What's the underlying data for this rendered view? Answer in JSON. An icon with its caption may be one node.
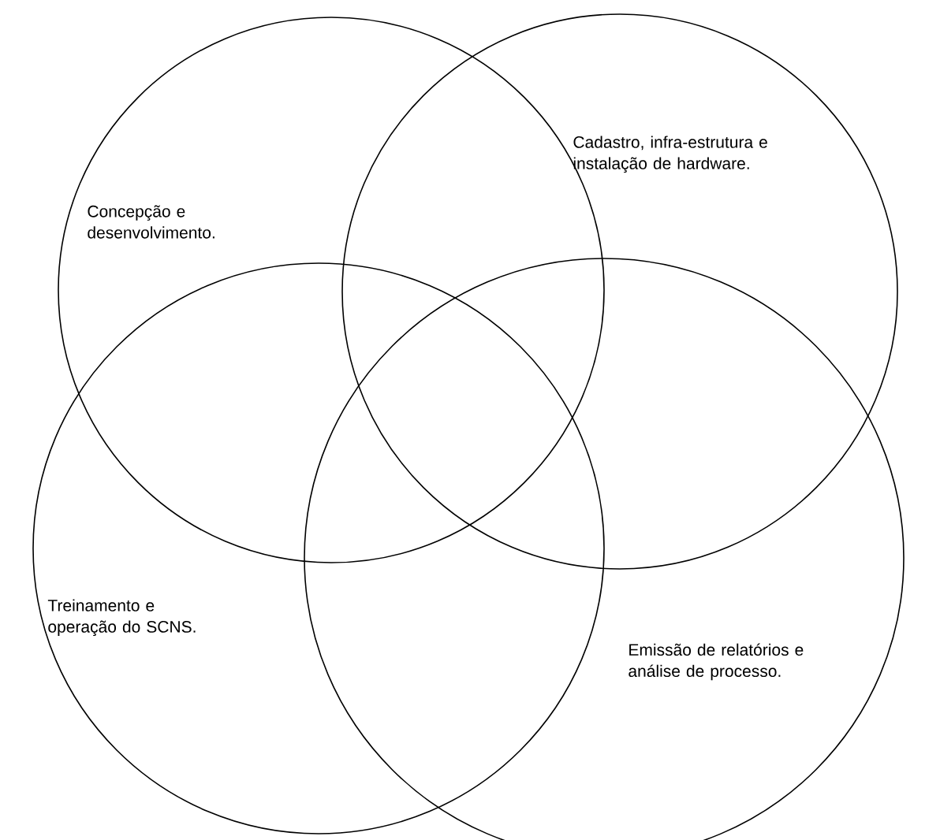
{
  "diagram": {
    "nodes": [
      {
        "text": [
          "Concepção e desenvolvimento."
        ]
      },
      {
        "text": [
          "Cadastro, infra-estrutura e instalação de hardware."
        ]
      },
      {
        "text": [
          "Treinamento e operação do SCNS."
        ]
      },
      {
        "text": [
          "Emissão de relatórios e análise de processo."
        ]
      }
    ]
  }
}
